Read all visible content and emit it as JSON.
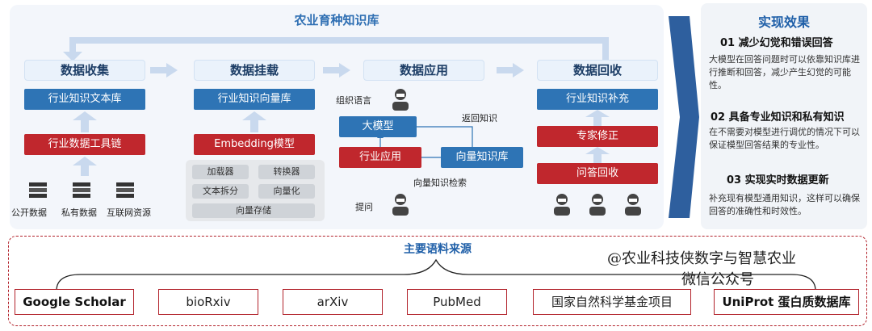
{
  "main": {
    "title": "农业育种知识库",
    "stages": [
      {
        "head": "数据收集",
        "blue": "行业知识文本库",
        "red": "行业数据工具链"
      },
      {
        "head": "数据挂载",
        "blue": "行业知识向量库",
        "red": "Embedding模型"
      },
      {
        "head": "数据应用"
      },
      {
        "head": "数据回收",
        "blue": "行业知识补充",
        "red1": "专家修正",
        "red2": "问答回收"
      }
    ],
    "sources_icons": [
      "公开数据",
      "私有数据",
      "互联网资源"
    ],
    "chips": [
      "加载器",
      "转换器",
      "文本拆分",
      "向量化",
      "向量存储"
    ],
    "app": {
      "org_lang": "组织语言",
      "llm": "大模型",
      "return_knowledge": "返回知识",
      "industry_app": "行业应用",
      "vector_db": "向量知识库",
      "vector_search": "向量知识检索",
      "ask": "提问"
    }
  },
  "effects": {
    "title": "实现效果",
    "items": [
      {
        "head": "01  减少幻觉和错误回答",
        "body": "大模型在回答问题时可以依靠知识库进行推断和回答，减少产生幻觉的可能性。"
      },
      {
        "head": "02  具备专业知识和私有知识",
        "body": "在不需要对模型进行调优的情况下可以保证模型回答结果的专业性。"
      },
      {
        "head": "03  实现实时数据更新",
        "body": "补充现有模型通用知识，这样可以确保回答的准确性和时效性。"
      }
    ]
  },
  "sources": {
    "title": "主要语料来源",
    "items": [
      "Google Scholar",
      "bioRxiv",
      "arXiv",
      "PubMed",
      "国家自然科学基金项目",
      "UniProt 蛋白质数据库"
    ]
  },
  "watermark": {
    "line1": "@农业科技侠数字与智慧农业",
    "line2": "微信公众号"
  },
  "colors": {
    "blue": "#2e74b5",
    "red": "#c0272d",
    "heading_blue": "#1f5fa8",
    "dashed_border": "#b2222b"
  }
}
